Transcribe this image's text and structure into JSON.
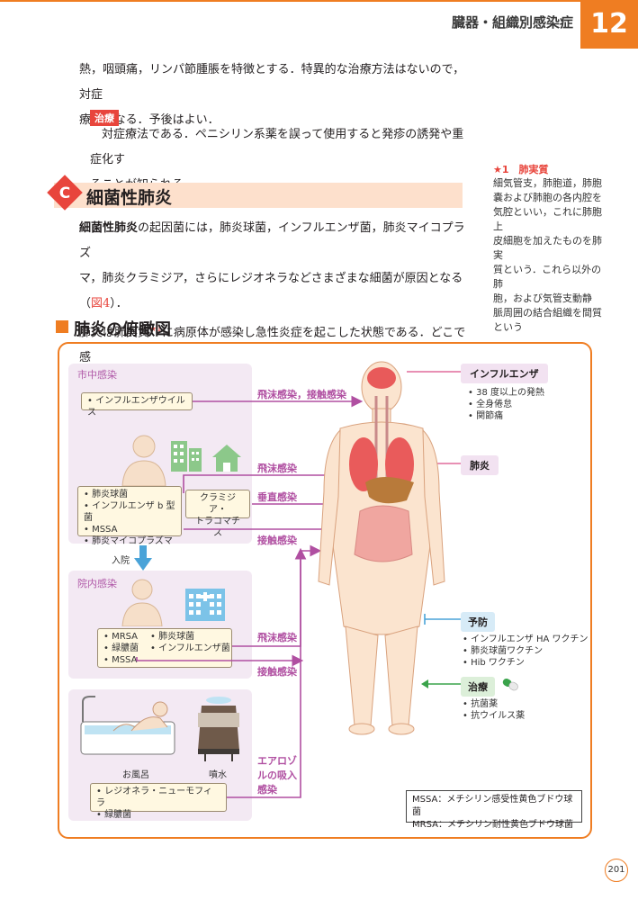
{
  "header": {
    "chapter_title": "臓器・組織別感染症",
    "chapter_number": "12"
  },
  "text": {
    "para1_l1": "熱，咽頭痛，リンパ節腫脹を特徴とする．特異的な治療方法はないので，対症",
    "para1_l2": "療法となる．予後はよい．",
    "treat_label": "治療",
    "treat_l1": "　対症療法である．ペニシリン系薬を誤って使用すると発疹の誘発や重症化す",
    "treat_l2": "ることが知られる．",
    "section_letter": "C",
    "section_title": "細菌性肺炎",
    "para2_em": "細菌性肺炎",
    "para2_l1_rest": "の起因菌には，肺炎球菌，インフルエンザ菌，肺炎マイコプラズ",
    "para2_l2_a": "マ，肺炎クラミジア，さらにレジオネラなどさまざまな細菌が原因となる（",
    "para2_l2_ref": "図4",
    "para2_l2_b": "）．",
    "para2_l3_a": "肺炎は肺実質",
    "para2_l3_star": "★1",
    "para2_l3_b": "に病原体が感染し急性炎症を起こした状態である．どこで感"
  },
  "side_note": {
    "title": "★1　肺実質",
    "lines": [
      "細気管支，肺胞道，肺胞",
      "嚢および肺胞の各内腔を",
      "気腔といい，これに肺胞上",
      "皮細胞を加えたものを肺実",
      "質という．これら以外の肺",
      "胞，および気管支動静",
      "脈周囲の結合組織を間質",
      "という"
    ]
  },
  "figure": {
    "title": "肺炎の俯瞰図",
    "community_title": "市中感染",
    "influenza_virus": "• インフルエンザウイルス",
    "community_list": [
      "• 肺炎球菌",
      "• インフルエンザ b 型菌",
      "• MSSA",
      "• 肺炎マイコプラズマ"
    ],
    "chlamydia": [
      "クラミジア・",
      "トラコマチス"
    ],
    "admission": "入院",
    "hospital_title": "院内感染",
    "hosp_list_left": [
      "• MRSA",
      "• 緑膿菌",
      "• MSSA"
    ],
    "hosp_list_right": [
      "• 肺炎球菌",
      "• インフルエンザ菌"
    ],
    "bath_label": "お風呂",
    "fountain_label": "噴水",
    "legionella_list": [
      "• レジオネラ・ニューモフィラ",
      "• 緑膿菌"
    ],
    "routes": {
      "droplet_contact": "飛沫感染，接触感染",
      "droplet": "飛沫感染",
      "vertical": "垂直感染",
      "contact": "接触感染",
      "hosp_droplet": "飛沫感染",
      "hosp_contact": "接触感染",
      "aerosol": [
        "エアロゾ",
        "ルの吸入",
        "感染"
      ]
    },
    "influenza_tag": "インフルエンザ",
    "influenza_symptoms": [
      "• 38 度以上の発熱",
      "• 全身倦怠",
      "• 関節痛"
    ],
    "pneumonia_tag": "肺炎",
    "prevention_tag": "予防",
    "prevention_list": [
      "• インフルエンザ HA ワクチン",
      "• 肺炎球菌ワクチン",
      "• Hib ワクチン"
    ],
    "treatment_tag": "治療",
    "treatment_list": [
      "• 抗菌薬",
      "• 抗ウイルス薬"
    ],
    "abbr": [
      "MSSA：メチシリン感受性黄色ブドウ球菌",
      "MRSA：メチシリン耐性黄色ブドウ球菌"
    ]
  },
  "page_number": "201",
  "colors": {
    "accent": "#ef7d22",
    "red": "#e8453c",
    "route": "#b04fa1"
  }
}
